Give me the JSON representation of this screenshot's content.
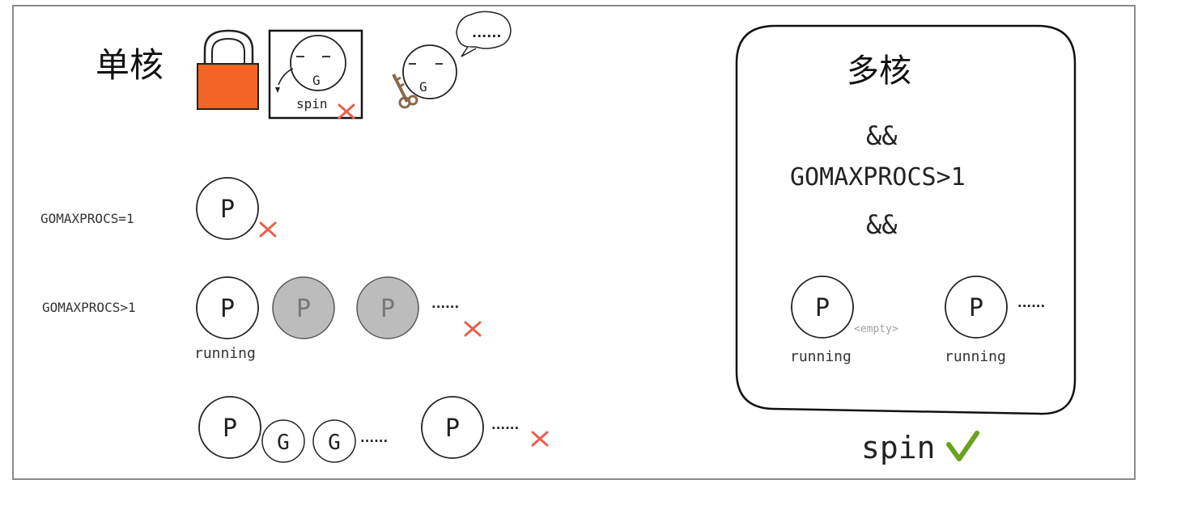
{
  "single_core": {
    "title": "单核",
    "spin_label": "spin",
    "g_label": "G",
    "thought_text": "......"
  },
  "rows": {
    "row1_label": "GOMAXPROCS=1",
    "row2_label": "GOMAXPROCS>1",
    "p_label": "P",
    "g_label": "G",
    "running_label": "running",
    "ellipsis": "......"
  },
  "multi_core": {
    "title": "多核",
    "and1": "&&",
    "condition": "GOMAXPROCS>1",
    "and2": "&&",
    "p_label": "P",
    "empty_label": "<empty>",
    "running_left": "running",
    "running_right": "running",
    "ellipsis": "......"
  },
  "result": {
    "spin_label": "spin"
  },
  "colors": {
    "lock_body": "#f26522",
    "cross": "#e8604c",
    "check": "#6aa121",
    "idle_p": "#bcbcbc",
    "frame": "#8a8a8a",
    "key": "#8b6a4a"
  }
}
